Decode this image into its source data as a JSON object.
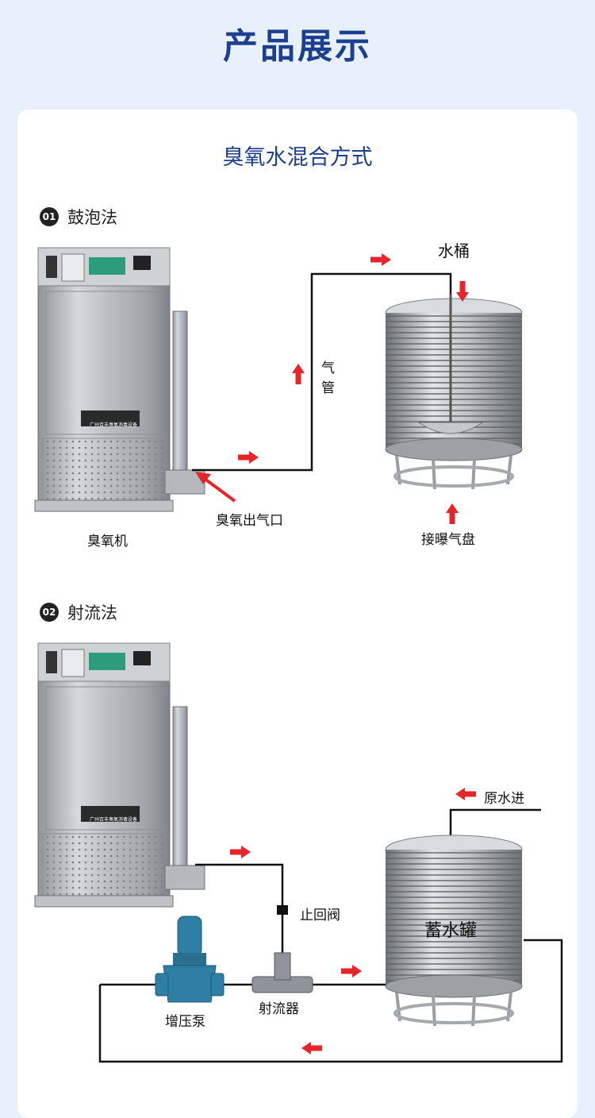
{
  "header": {
    "title": "产品展示"
  },
  "diagram": {
    "subtitle": "臭氧水混合方式",
    "methods": [
      {
        "number": "01",
        "name": "鼓泡法",
        "labels": {
          "machine": "臭氧机",
          "outlet": "臭氧出气口",
          "tube_1": "气",
          "tube_2": "管",
          "tank": "水桶",
          "diffuser": "接曝气盘"
        },
        "machine_plate": "广州百丰臭氧消毒设备"
      },
      {
        "number": "02",
        "name": "射流法",
        "labels": {
          "machine_plate": "广州百丰臭氧消毒设备",
          "check_valve": "止回阀",
          "ejector": "射流器",
          "pump": "增压泵",
          "tank": "蓄水罐",
          "water_in": "原水进"
        }
      }
    ],
    "colors": {
      "title": "#1d3f8f",
      "arrow": "#e8242b",
      "pipe": "#111111",
      "pump": "#2e7fa3"
    }
  }
}
